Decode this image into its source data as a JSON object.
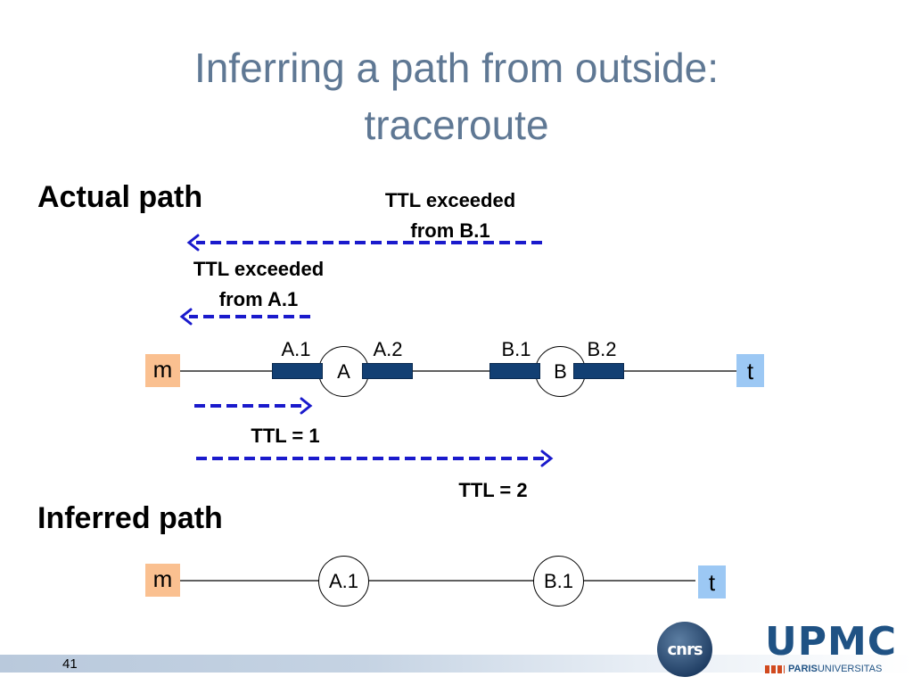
{
  "title_line1": "Inferring a path from outside:",
  "title_line2": "traceroute",
  "actual": {
    "heading": "Actual path",
    "msg_b1_line1": "TTL exceeded",
    "msg_b1_line2": "from B.1",
    "msg_a1_line1": "TTL exceeded",
    "msg_a1_line2": "from A.1",
    "src": "m",
    "dst": "t",
    "router_a": "A",
    "router_b": "B",
    "iface_a1": "A.1",
    "iface_a2": "A.2",
    "iface_b1": "B.1",
    "iface_b2": "B.2",
    "ttl1": "TTL = 1",
    "ttl2": "TTL = 2"
  },
  "inferred": {
    "heading": "Inferred path",
    "src": "m",
    "dst": "t",
    "hop1": "A.1",
    "hop2": "B.1"
  },
  "footer": {
    "page_number": "41",
    "logo_cnrs": "cnrs",
    "logo_upmc": "UPMC",
    "logo_paris": "PARIS",
    "logo_universitas": "UNIVERSITAS"
  },
  "colors": {
    "title": "#5f7894",
    "arrow": "#1a1acc",
    "src_box": "#fac090",
    "dst_box": "#9cc8f4",
    "port": "#123f73",
    "upmc": "#1f5284",
    "upmc_accent": "#d14a1f"
  }
}
